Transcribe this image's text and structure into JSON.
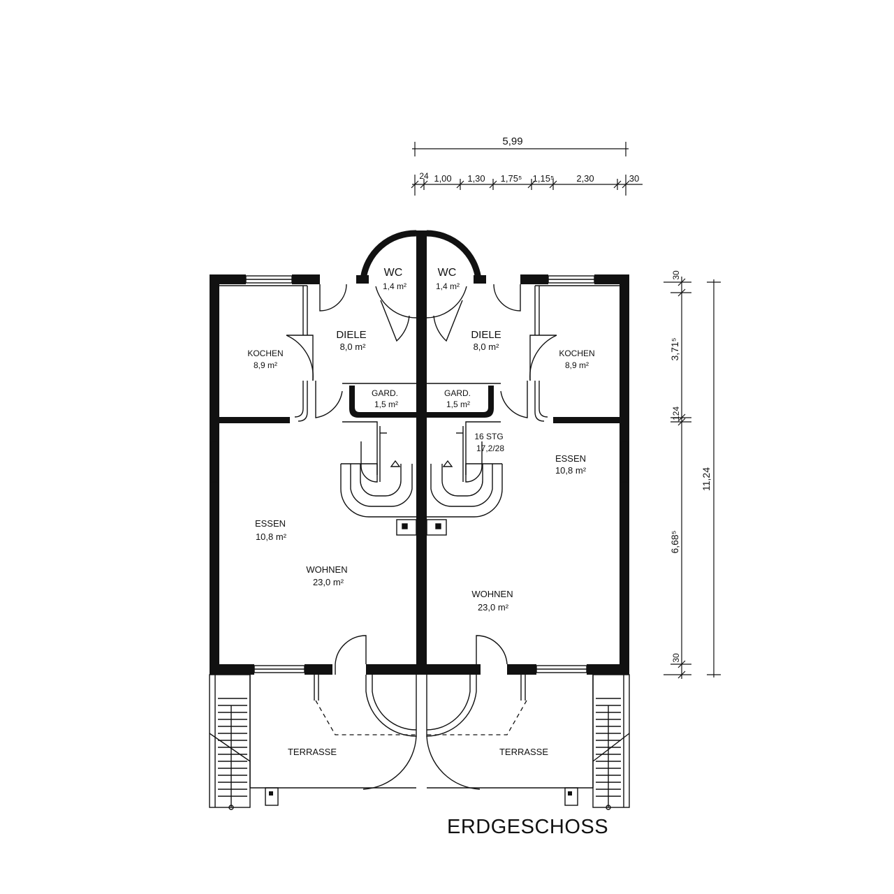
{
  "title": "ERDGESCHOSS",
  "rooms": {
    "wc_left": {
      "name": "WC",
      "area": "1,4 m²"
    },
    "wc_right": {
      "name": "WC",
      "area": "1,4 m²"
    },
    "diele_left": {
      "name": "DIELE",
      "area": "8,0 m²"
    },
    "diele_right": {
      "name": "DIELE",
      "area": "8,0 m²"
    },
    "kochen_left": {
      "name": "KOCHEN",
      "area": "8,9 m²"
    },
    "kochen_right": {
      "name": "KOCHEN",
      "area": "8,9 m²"
    },
    "gard_left": {
      "name": "GARD.",
      "area": "1,5 m²"
    },
    "gard_right": {
      "name": "GARD.",
      "area": "1,5 m²"
    },
    "essen_left": {
      "name": "ESSEN",
      "area": "10,8 m²"
    },
    "essen_right": {
      "name": "ESSEN",
      "area": "10,8 m²"
    },
    "wohnen_left": {
      "name": "WOHNEN",
      "area": "23,0 m²"
    },
    "wohnen_right": {
      "name": "WOHNEN",
      "area": "23,0 m²"
    },
    "terrasse_left": {
      "name": "TERRASSE"
    },
    "terrasse_right": {
      "name": "TERRASSE"
    }
  },
  "stairs": {
    "count": "16 STG",
    "ratio": "17,2/28"
  },
  "dimensions": {
    "top_total": "5,99",
    "top_parts": [
      "24",
      "1,00",
      "1,30",
      "1,75⁵",
      "1,15⁵",
      "2,30",
      "30"
    ],
    "right_total": "11,24",
    "right_parts": [
      "30",
      "3,71⁵",
      "124",
      "6,68⁵",
      "30"
    ]
  }
}
